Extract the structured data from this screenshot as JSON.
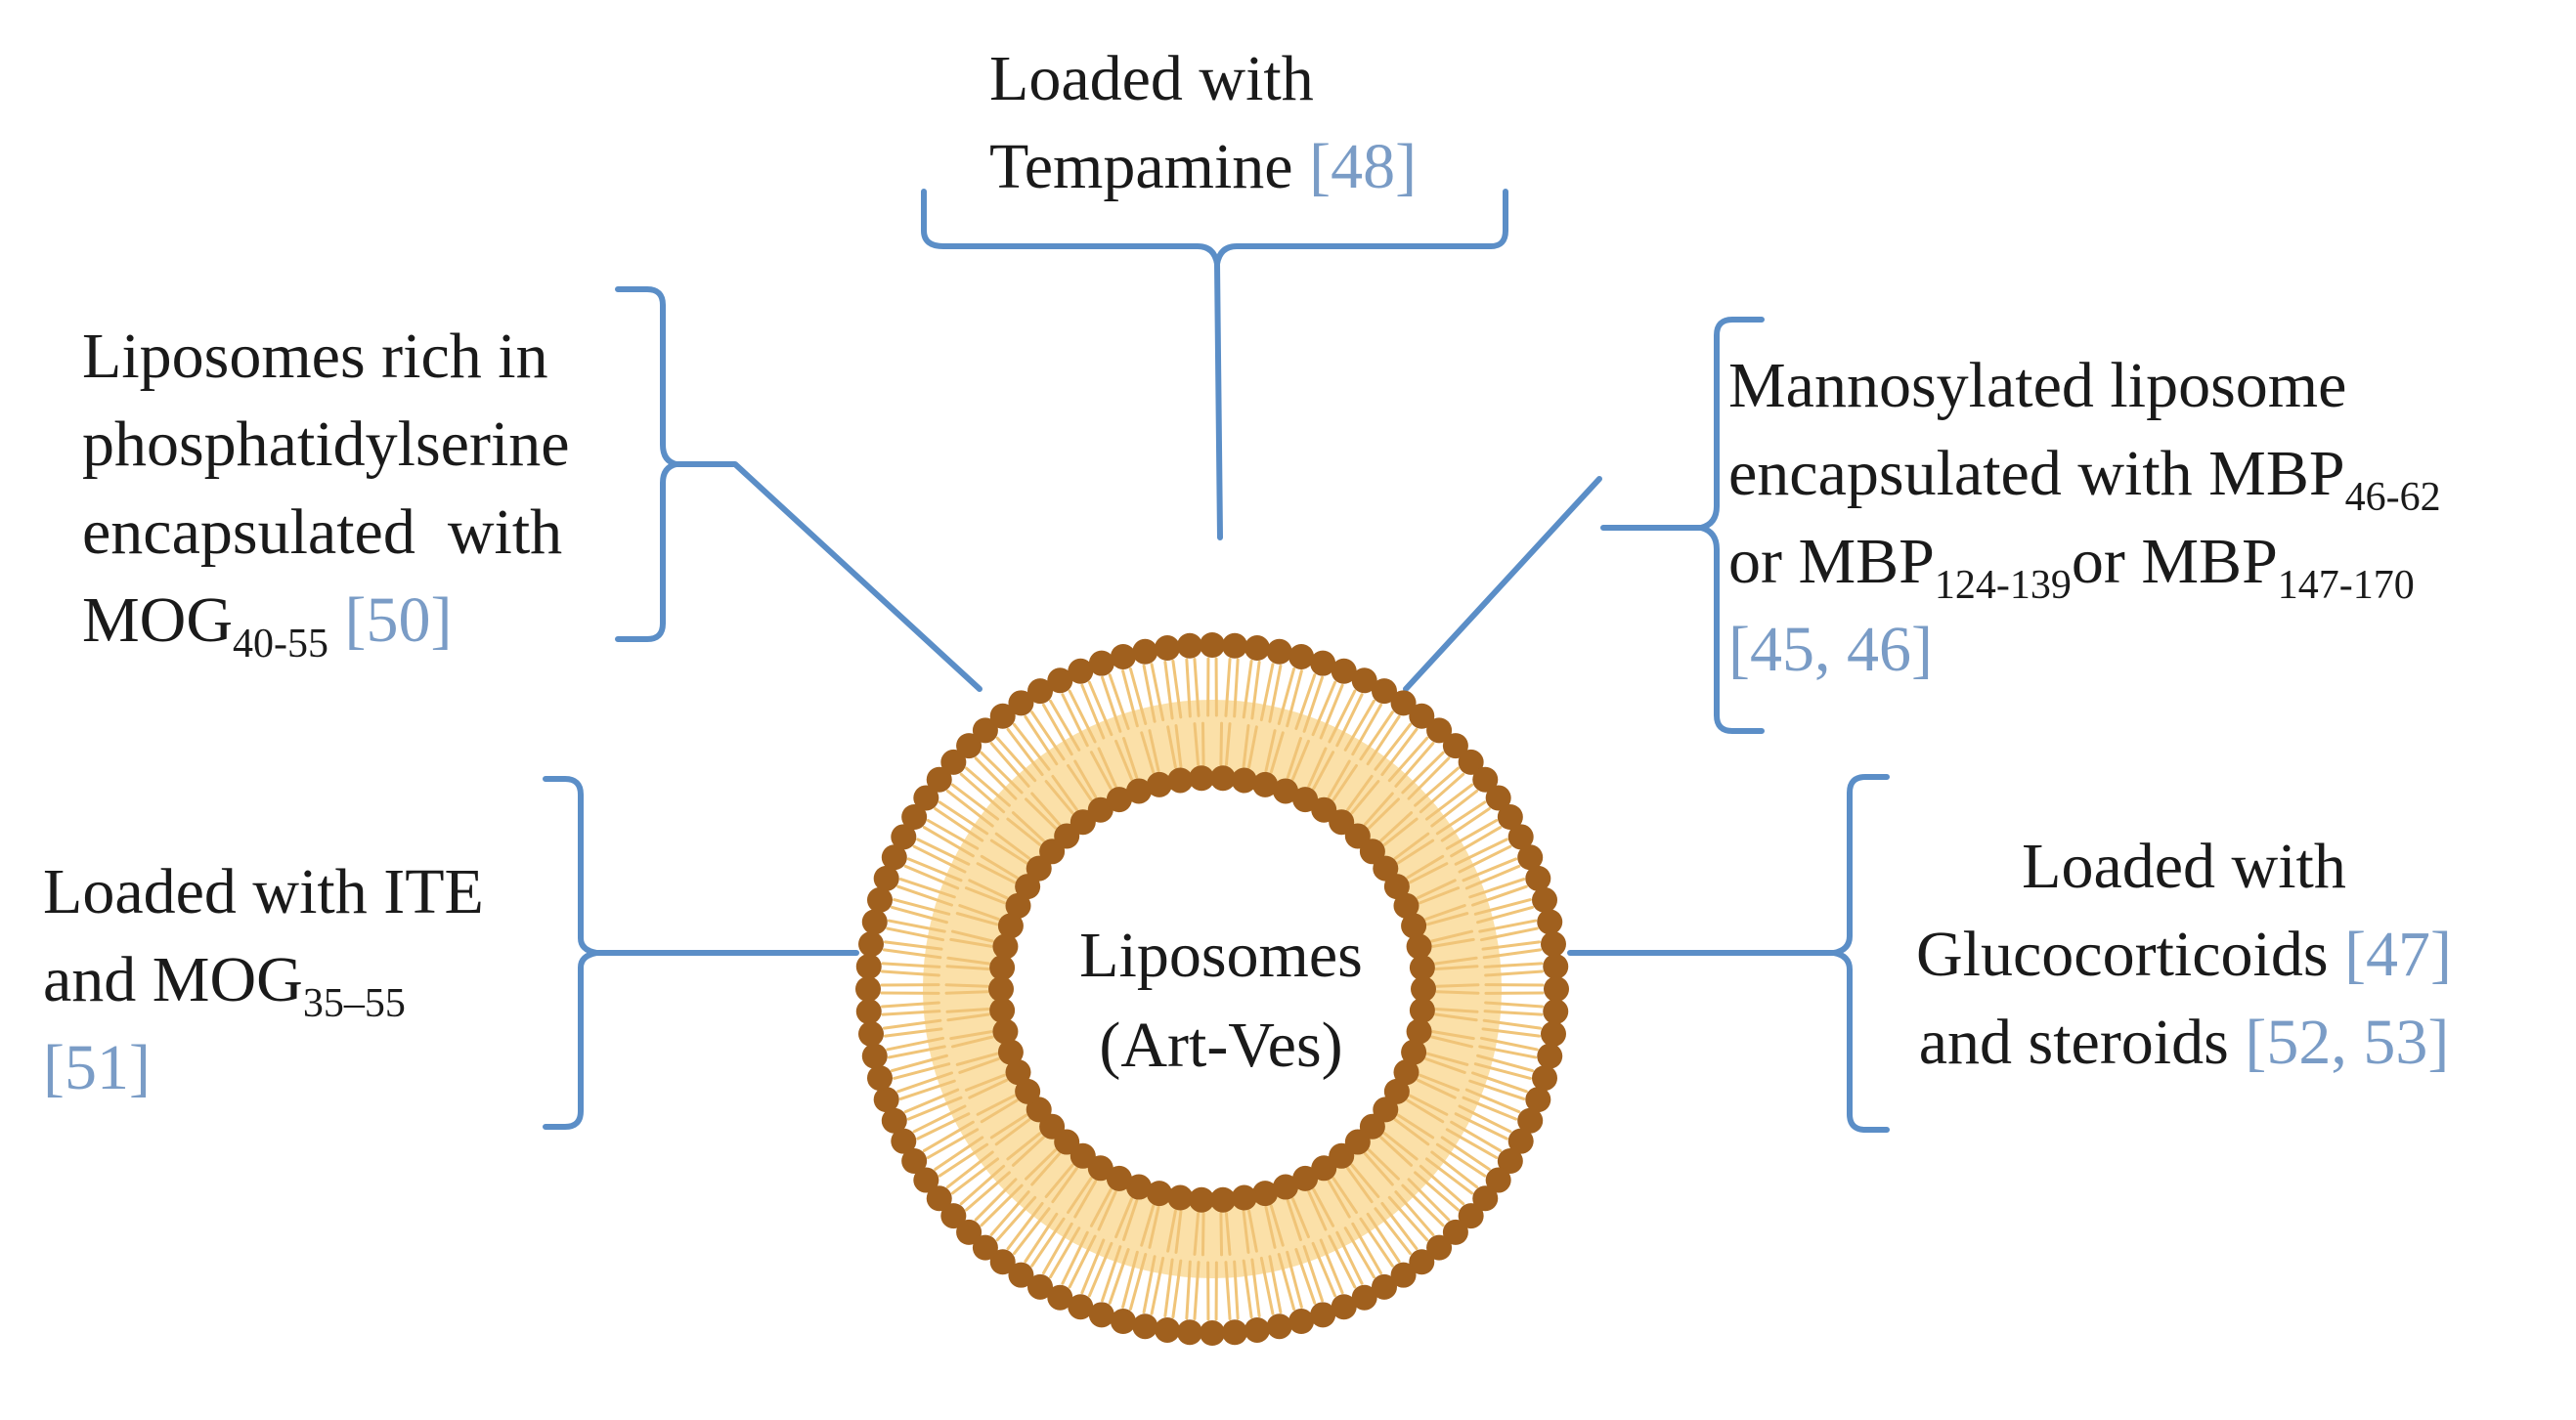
{
  "center": {
    "line1": "Liposomes",
    "line2": "(Art-Ves)"
  },
  "top": {
    "line1": "Loaded with",
    "line2_text": "Tempamine",
    "line2_ref": "48"
  },
  "top_left": {
    "line1": "Liposomes rich in",
    "line2": "phosphatidylserine",
    "line3": "encapsulated  with",
    "line4_text": "MOG",
    "line4_sub": "40-55",
    "line4_ref": "50"
  },
  "top_right": {
    "line1": "Mannosylated liposome",
    "line2_text": "encapsulated with MBP",
    "line2_sub": "46-62",
    "line3_a": "or MBP",
    "line3_sub1": "124-139",
    "line3_b": "or MBP",
    "line3_sub2": "147-170",
    "line4_ref": "45, 46"
  },
  "bottom_left": {
    "line1": "Loaded with ITE",
    "line2_text": "and MOG",
    "line2_sub": "35–55",
    "line3_ref": "51"
  },
  "bottom_right": {
    "line1": "Loaded with",
    "line2_text": "Glucocorticoids",
    "line2_ref": "47",
    "line3_text": "and steroids",
    "line3_ref": "52, 53"
  },
  "colors": {
    "connector": "#5b8ec7",
    "reference": "#7a9cc6",
    "head_group": "#a0601e",
    "tail": "#f0c478",
    "membrane_fill": "#fbe0a8"
  }
}
